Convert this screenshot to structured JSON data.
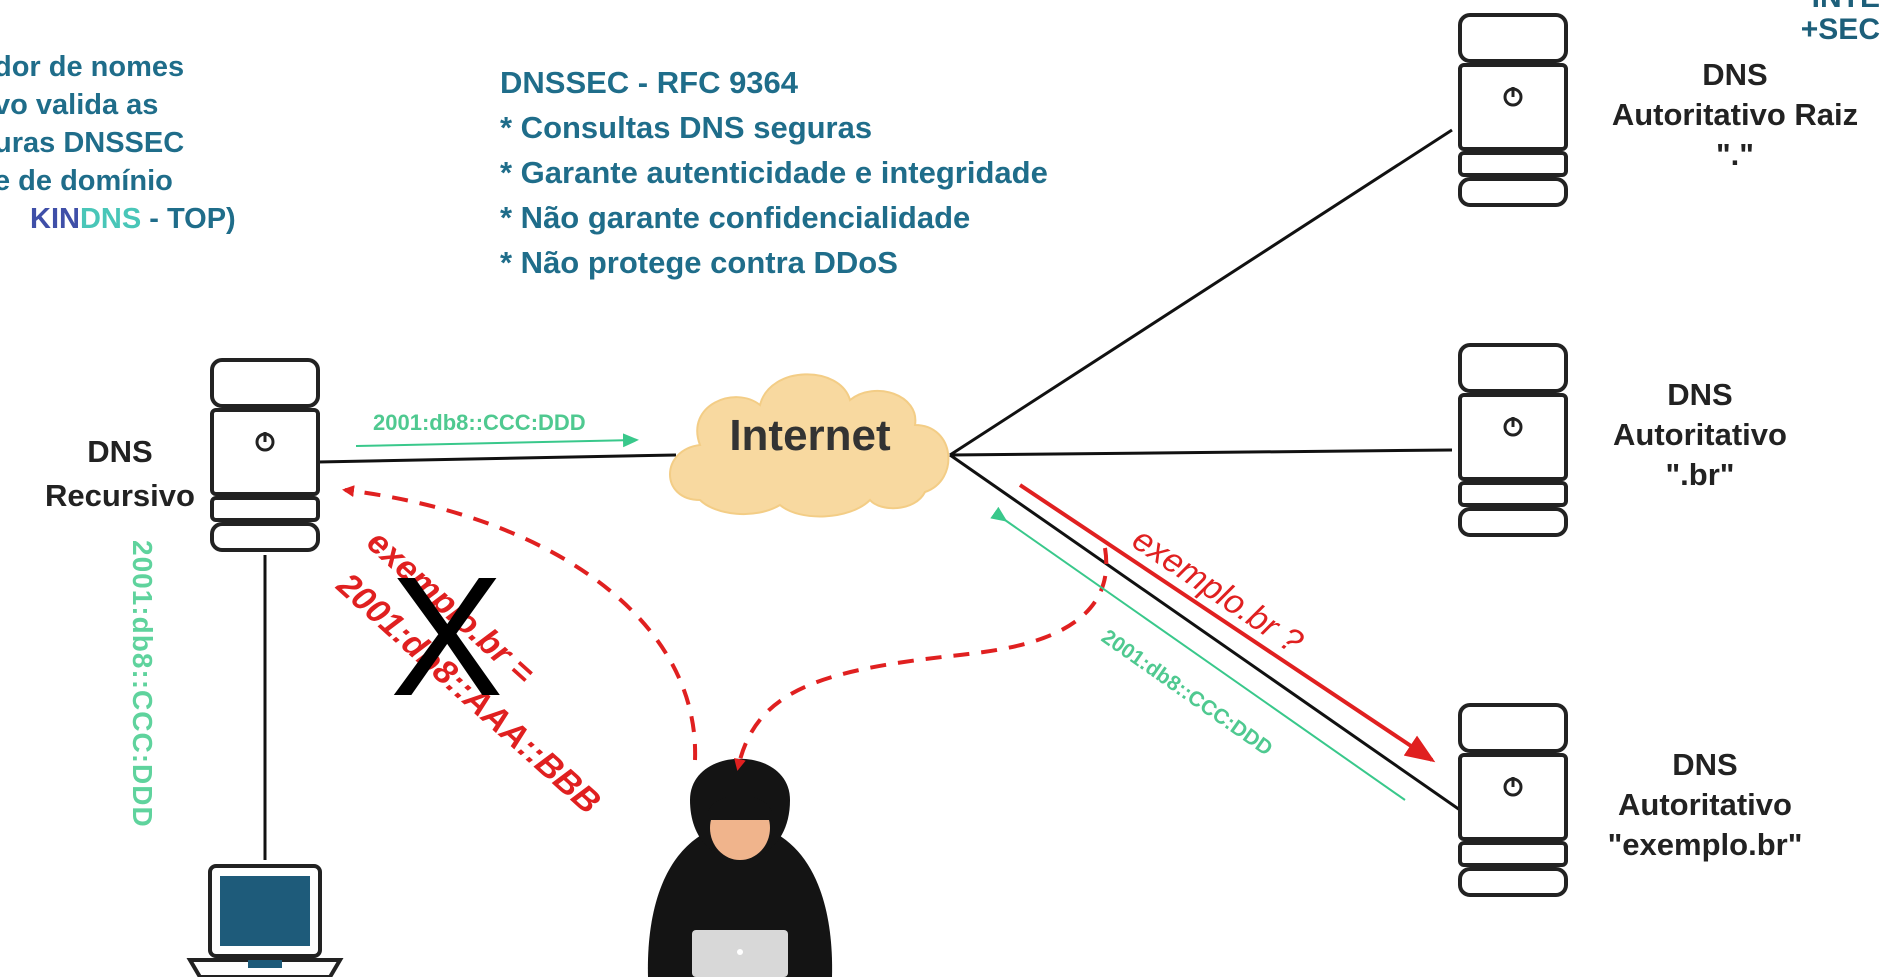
{
  "left_note": {
    "lines": [
      "dor de nomes",
      "vo valida as",
      "uras DNSSEC",
      "e de domínio"
    ],
    "last_prefix": "KIN",
    "last_dns": "DNS",
    "last_suffix": " - TOP)"
  },
  "dnssec_box": {
    "title": "DNSSEC - RFC 9364",
    "items": [
      "* Consultas DNS seguras",
      "* Garante autenticidade e integridade",
      "* Não garante confidencialidade",
      "* Não protege contra DDoS"
    ]
  },
  "logo": {
    "line1": "INTE",
    "line2": "+SEC"
  },
  "servers": {
    "root": {
      "line1": "DNS",
      "line2": "Autoritativo Raiz",
      "line3": "\".\""
    },
    "br": {
      "line1": "DNS",
      "line2": "Autoritativo",
      "line3": "\".br\""
    },
    "exemplo": {
      "line1": "DNS",
      "line2": "Autoritativo",
      "line3": "\"exemplo.br\""
    },
    "recursive": {
      "line1": "DNS",
      "line2": "Recursivo"
    }
  },
  "internet_label": "Internet",
  "labels": {
    "answer_top": "2001:db8::CCC:DDD",
    "answer_diag": "2001:db8::CCC:DDD",
    "answer_vertical": "2001:db8::CCC:DDD",
    "query": "exemplo.br ?",
    "spoof_line1": "exemplo.br =",
    "spoof_line2": "2001:db8::AAA::BBB",
    "cross_mark": "X"
  },
  "colors": {
    "teal": "#1f6d8a",
    "green": "#5fd39d",
    "red": "#e02020",
    "cloud": "#f8d9a0"
  }
}
